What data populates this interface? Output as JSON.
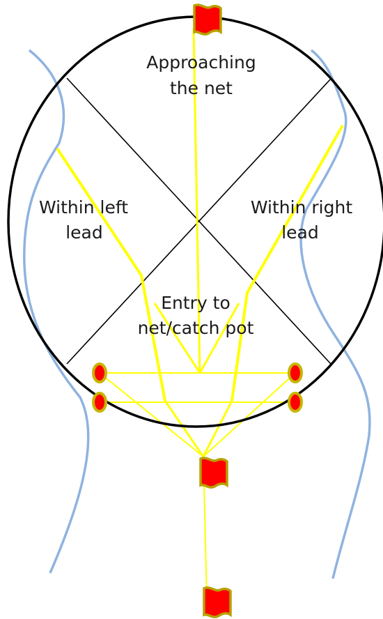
{
  "regions": {
    "approaching": {
      "line1": "Approaching",
      "line2": "the net"
    },
    "left_lead": {
      "line1": "Within left",
      "line2": "lead"
    },
    "right_lead": {
      "line1": "Within right",
      "line2": "lead"
    },
    "entry": {
      "line1": "Entry to",
      "line2": "net/catch pot"
    }
  },
  "colors": {
    "circle": "#000000",
    "quadrant_lines": "#000000",
    "river_banks": "#8fb3e0",
    "net_lines": "#ffff00",
    "flag_fill": "#ff0000",
    "flag_stroke": "#b8a000",
    "post_fill": "#ff0000",
    "post_stroke": "#c8b400"
  },
  "icons": [
    "flag-icon",
    "post-marker-icon"
  ]
}
